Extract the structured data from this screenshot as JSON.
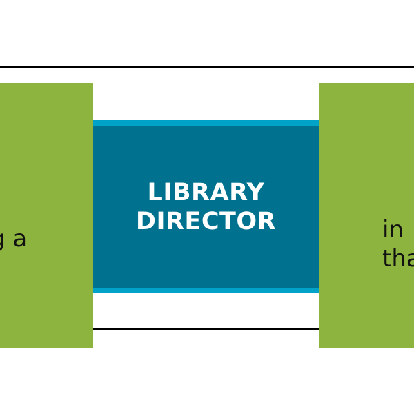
{
  "colors": {
    "background": "#ffffff",
    "frame_line": "#000000",
    "green": "#8db43e",
    "teal_fill": "#00728f",
    "teal_border": "#00a2c7",
    "title_text": "#ffffff",
    "snippet_text": "#111111"
  },
  "center": {
    "title_line1": "LIBRARY",
    "title_line2": "DIRECTOR"
  },
  "left_block": {
    "text_fragment": "g a"
  },
  "right_block": {
    "text_line1": "in",
    "text_line2": "tha"
  }
}
